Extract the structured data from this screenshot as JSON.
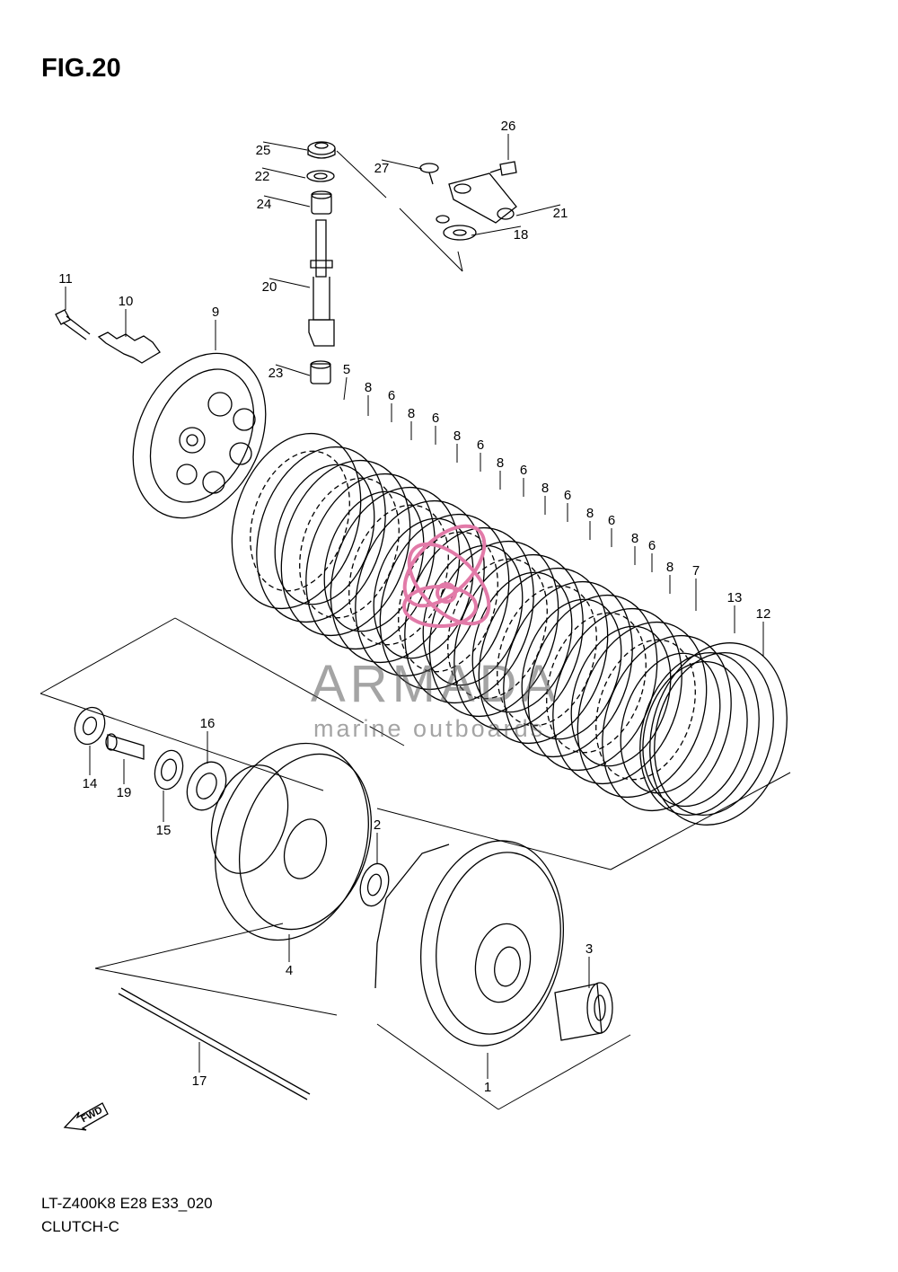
{
  "figure_label": "FIG.20",
  "model_code": "LT-Z400K8 E28 E33_020",
  "section_name": "CLUTCH-C",
  "fwd_label": "FWD",
  "watermark": {
    "brand": "ARMADA",
    "tagline": "marine outboards",
    "color": "#e27aa8"
  },
  "callouts": [
    "1",
    "2",
    "3",
    "4",
    "5",
    "6",
    "7",
    "8",
    "9",
    "10",
    "11",
    "12",
    "13",
    "14",
    "15",
    "16",
    "17",
    "18",
    "19",
    "20",
    "21",
    "22",
    "23",
    "24",
    "25",
    "26",
    "27"
  ]
}
